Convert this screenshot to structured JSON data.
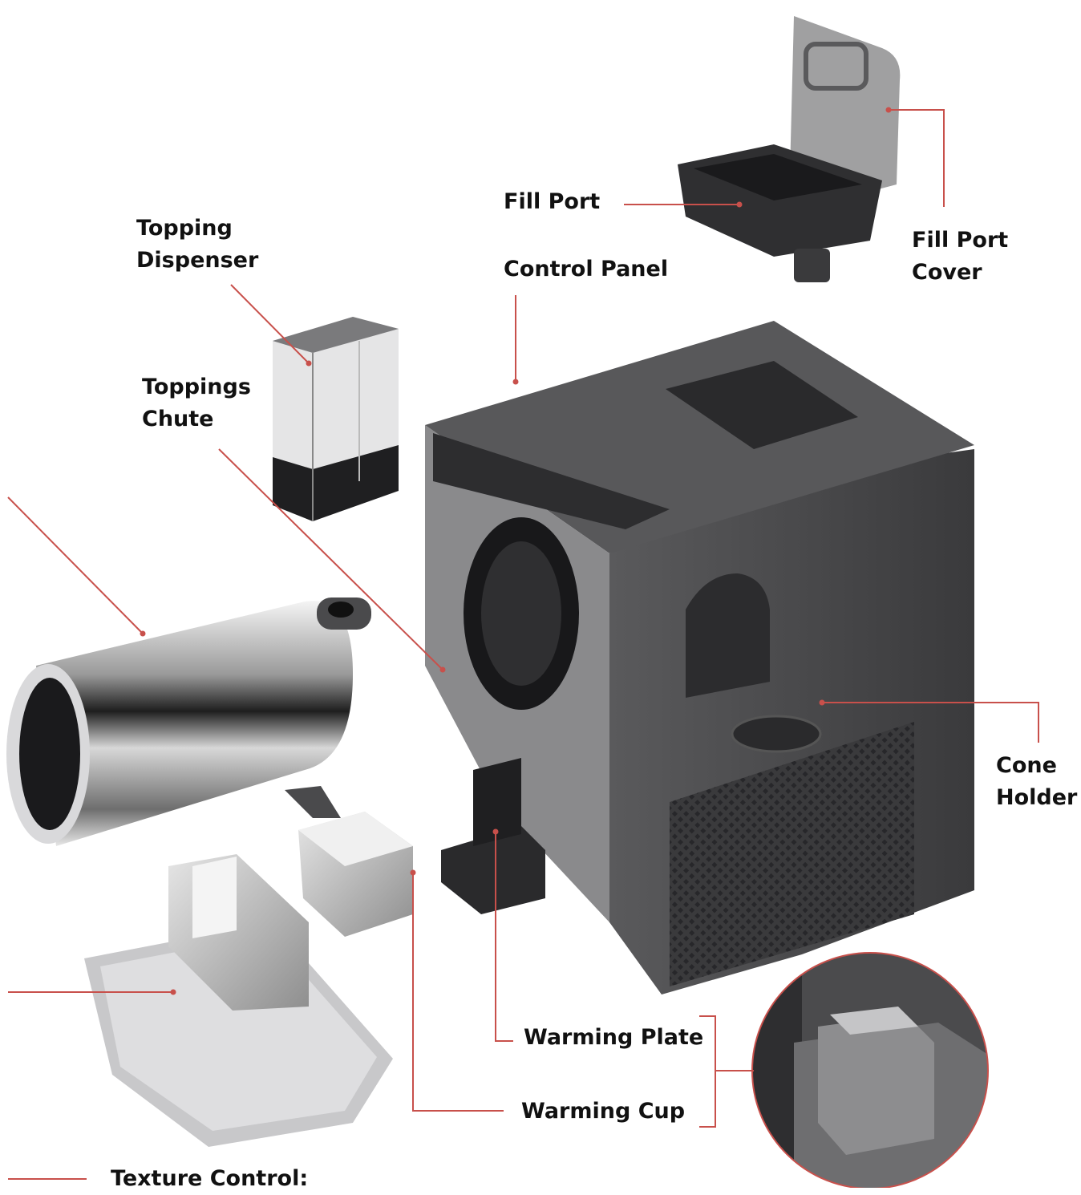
{
  "labels": {
    "topping_dispenser": [
      "Topping",
      "Dispenser"
    ],
    "fill_port": "Fill Port",
    "fill_port_cover": [
      "Fill Port",
      "Cover"
    ],
    "control_panel": "Control Panel",
    "toppings_chute": [
      "Toppings",
      "Chute"
    ],
    "cone_holder": [
      "Cone",
      "Holder"
    ],
    "warming_plate": "Warming Plate",
    "warming_cup": "Warming Cup",
    "texture_control": "Texture Control:"
  },
  "colors": {
    "leader_line": "#c8504b",
    "machine_body": "#3d3d3f",
    "machine_light": "#6a6a6c",
    "chrome": "#b9b9bb",
    "text": "#111111"
  }
}
